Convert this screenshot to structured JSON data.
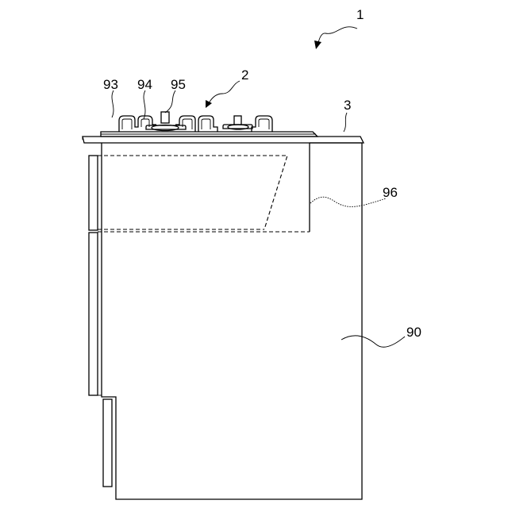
{
  "labels": {
    "ref_1": "1",
    "ref_2": "2",
    "ref_3": "3",
    "ref_90": "90",
    "ref_93": "93",
    "ref_94": "94",
    "ref_95": "95",
    "ref_96": "96"
  },
  "colors": {
    "line": "#000000",
    "background": "#ffffff"
  }
}
